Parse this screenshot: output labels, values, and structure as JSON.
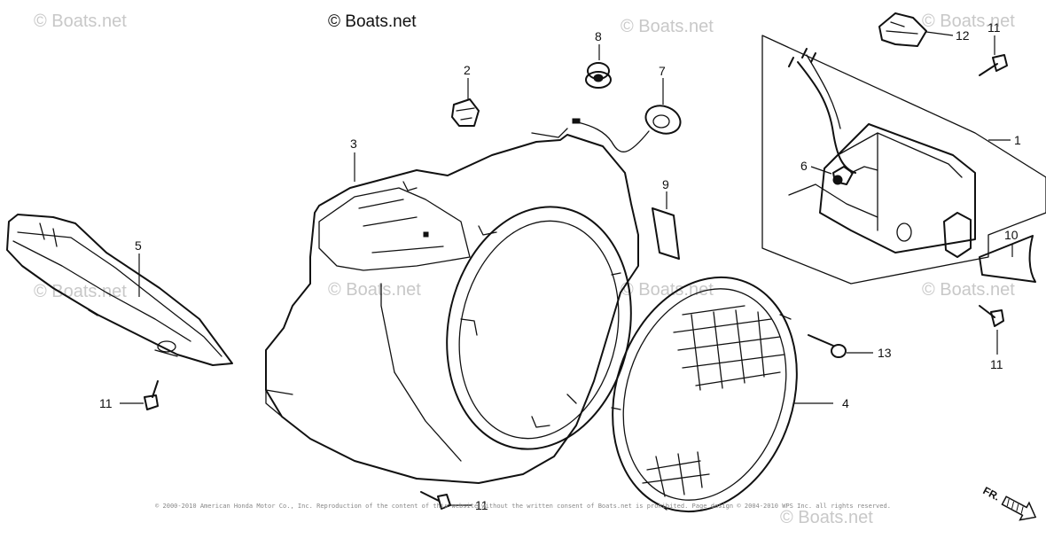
{
  "watermark": {
    "header_text": "© Boats.net",
    "faint_texts": [
      "© Boats.net",
      "© Boats.net",
      "© Boats.net",
      "© Boats.net",
      "© Boats.net",
      "© Boats.net",
      "© Boats.net",
      "© Boats.net"
    ]
  },
  "callouts": {
    "c1": "1",
    "c2": "2",
    "c3": "3",
    "c4": "4",
    "c5": "5",
    "c6": "6",
    "c7": "7",
    "c8": "8",
    "c9": "9",
    "c10": "10",
    "c11a": "11",
    "c11b": "11",
    "c11c": "11",
    "c11d": "11",
    "c12": "12",
    "c13": "13"
  },
  "direction_label": "FR.",
  "footer_text": "© 2000-2010 American Honda Motor Co., Inc. Reproduction of the content of this website without the written consent of Boats.net is prohibited. Page design © 2004-2010 WPS Inc. all rights reserved.",
  "colors": {
    "line": "#111111",
    "watermark": "#c8c8c8",
    "background": "#ffffff"
  }
}
